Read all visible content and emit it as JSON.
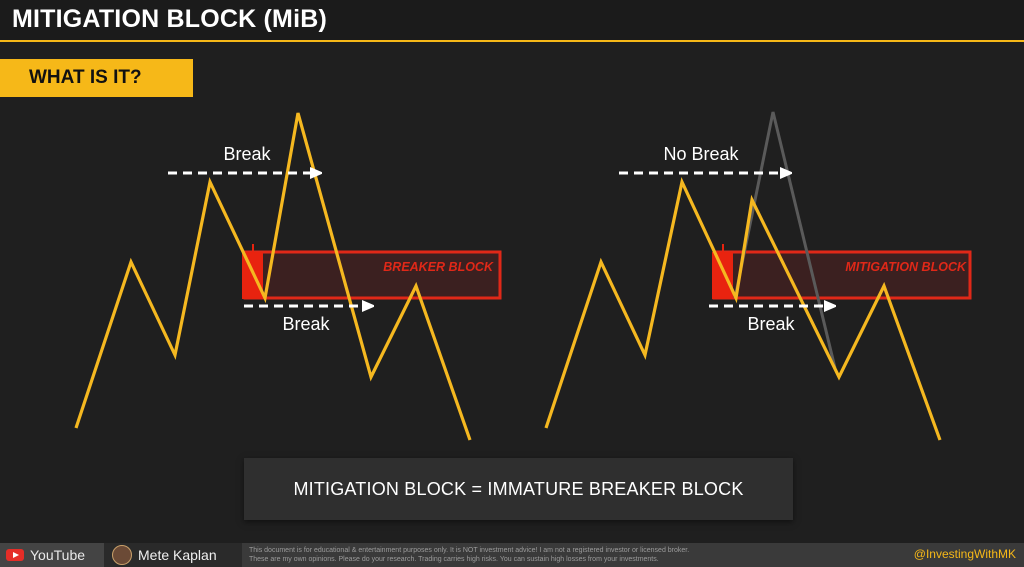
{
  "header": {
    "title": "MITIGATION BLOCK (MiB)"
  },
  "section": {
    "tag": "WHAT IS IT?"
  },
  "diagrams": [
    {
      "top_break_label": "Break",
      "block_label": "BREAKER BLOCK",
      "bottom_break_label": "Break"
    },
    {
      "top_break_label": "No Break",
      "block_label": "MITIGATION BLOCK",
      "bottom_break_label": "Break"
    }
  ],
  "equation": {
    "text": "MITIGATION BLOCK = IMMATURE BREAKER BLOCK"
  },
  "footer": {
    "youtube_label": "YouTube",
    "author_name": "Mete Kaplan",
    "disclaimer_line1": "This document is for educational & entertainment purposes only. It is NOT investment advice! I am not a registered investor or licensed broker.",
    "disclaimer_line2": "These are my own opinions. Please do your research. Trading carries high risks. You can sustain high losses from your investments.",
    "handle": "@InvestingWithMK"
  },
  "colors": {
    "accent": "#f6b818",
    "price_line": "#f5b820",
    "block_red": "#e02818",
    "ghost_line": "#5a5a5a",
    "arrow": "#ffffff"
  }
}
